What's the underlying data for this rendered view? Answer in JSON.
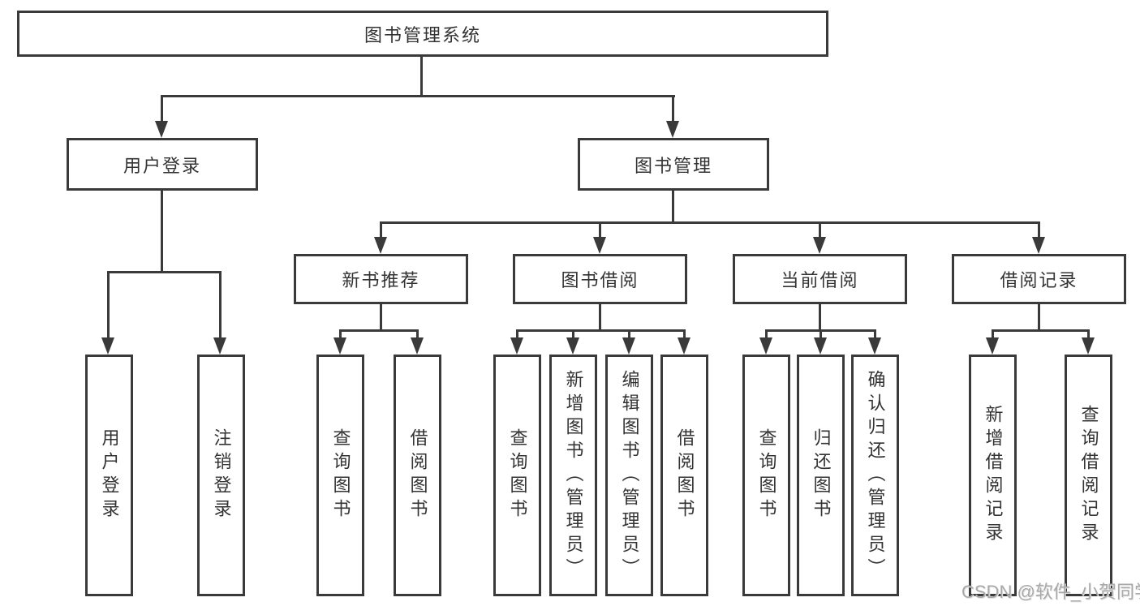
{
  "tree": {
    "root": "图书管理系统",
    "children": [
      {
        "label": "用户登录",
        "children": [
          "用户登录",
          "注销登录"
        ]
      },
      {
        "label": "图书管理",
        "children": [
          {
            "label": "新书推荐",
            "children": [
              "查询图书",
              "借阅图书"
            ]
          },
          {
            "label": "图书借阅",
            "children": [
              "查询图书",
              "新增图书（管理员）",
              "编辑图书（管理员）",
              "借阅图书"
            ]
          },
          {
            "label": "当前借阅",
            "children": [
              "查询图书",
              "归还图书",
              "确认归还（管理员）"
            ]
          },
          {
            "label": "借阅记录",
            "children": [
              "新增借阅记录",
              "查询借阅记录"
            ]
          }
        ]
      }
    ]
  },
  "watermark": "CSDN @软件_小贺同学",
  "colors": {
    "line": "#3a3a3a",
    "text": "#333333",
    "watermark": "#a9a9a9",
    "background": "#ffffff"
  }
}
